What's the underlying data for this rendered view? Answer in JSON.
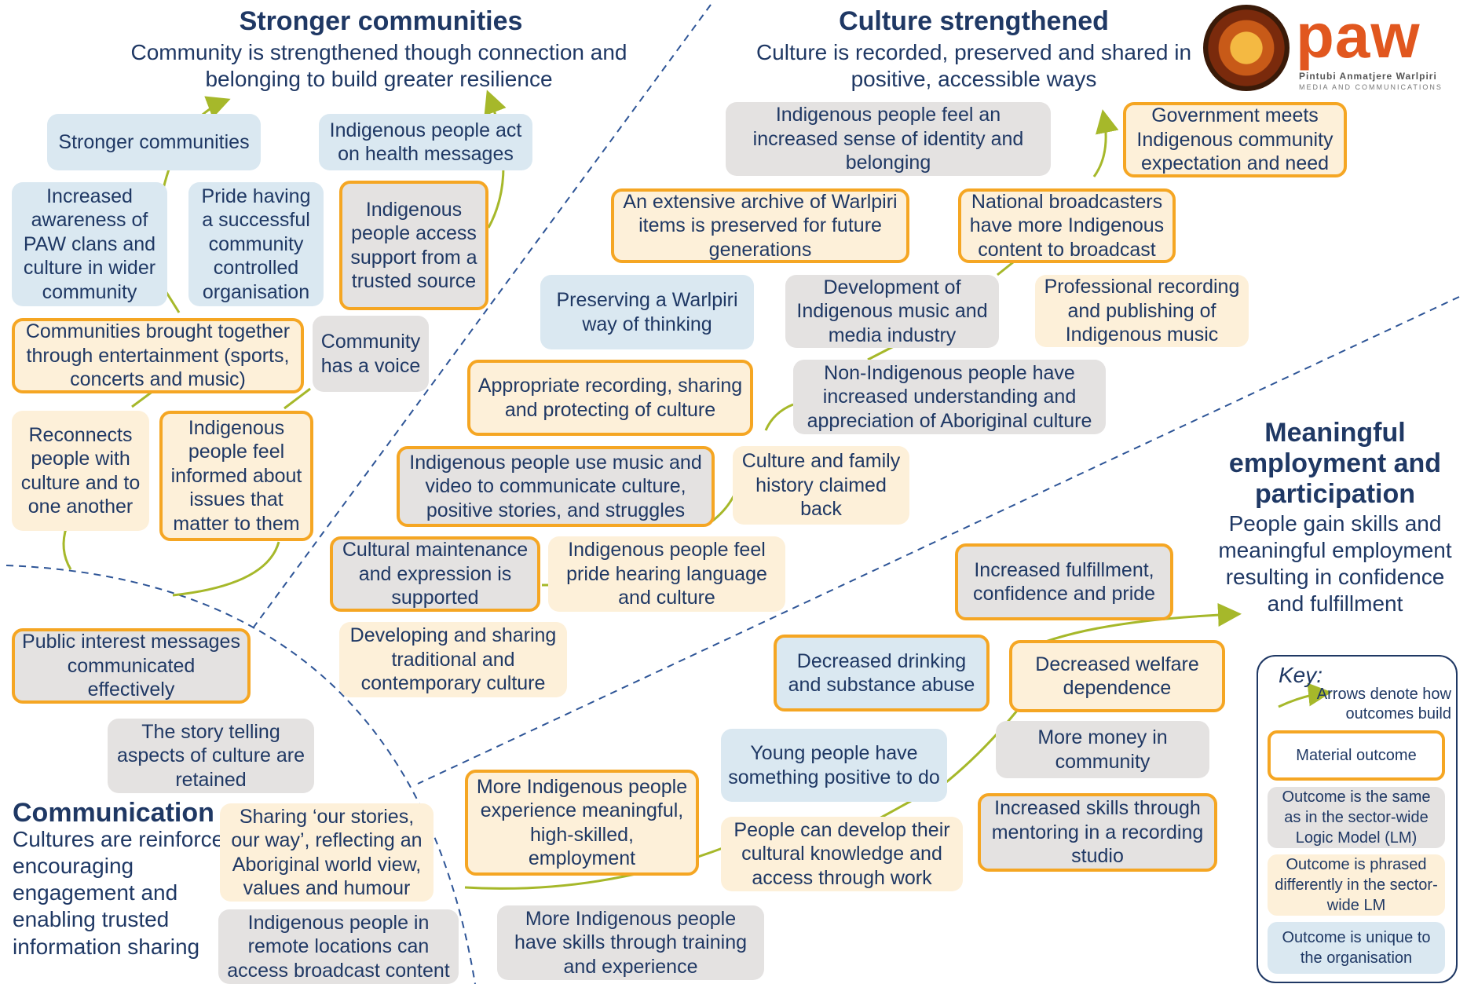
{
  "sections": {
    "stronger_title": "Stronger communities",
    "stronger_sub": "Community is strengthened though connection and belonging to build greater resilience",
    "culture_title": "Culture strengthened",
    "culture_sub": "Culture is recorded, preserved and shared in positive, accessible ways",
    "employment_title": "Meaningful employment and participation",
    "employment_sub": "People gain skills and meaningful employment resulting in confidence and fulfillment",
    "communication_title": "Communication",
    "communication_sub": "Cultures are reinforced, encouraging engagement and enabling trusted information sharing"
  },
  "logo": {
    "word": "paw",
    "tagline": "Pintubi Anmatjere Warlpiri",
    "tagline2": "MEDIA AND COMMUNICATIONS"
  },
  "outcomes": {
    "o1": "Stronger communities",
    "o2": "Indigenous people act on health messages",
    "o3": "Increased awareness of PAW clans and culture in wider community",
    "o4": "Pride having a successful community controlled organisation",
    "o5": "Indigenous people access support from a trusted source",
    "o6": "Community has a voice",
    "o7": "Communities brought together through entertainment (sports, concerts and music)",
    "o8": "Reconnects people with culture and to one another",
    "o9": "Indigenous people feel informed about issues that matter to them",
    "o10": "Public interest messages communicated effectively",
    "o11": "The story telling aspects of culture are retained",
    "o12": "Sharing ‘our stories, our way’, reflecting an Aboriginal world view, values and humour",
    "o13": "Indigenous people in remote locations can access broadcast content",
    "o14": "Indigenous people feel an increased sense of identity and belonging",
    "o15": "Government meets Indigenous community expectation and need",
    "o16": "An extensive archive of Warlpiri items is preserved for future generations",
    "o17": "National broadcasters have more Indigenous content to broadcast",
    "o18": "Preserving a Warlpiri way of thinking",
    "o19": "Development of Indigenous music and media industry",
    "o20": "Professional recording and publishing of Indigenous music",
    "o21": "Appropriate recording, sharing and protecting of culture",
    "o22": "Non-Indigenous people have increased understanding and appreciation of Aboriginal culture",
    "o23": "Indigenous people use music and video to communicate culture, positive stories, and struggles",
    "o24": "Culture and family history claimed back",
    "o25": "Cultural maintenance and expression is supported",
    "o26": "Indigenous people feel pride hearing language and culture",
    "o27": "Developing and sharing traditional and contemporary culture",
    "o28": "Increased fulfillment, confidence and pride",
    "o29": "Decreased drinking and substance abuse",
    "o30": "Decreased welfare dependence",
    "o31": "Young people have something positive to do",
    "o32": "More money in community",
    "o33": "More Indigenous people experience meaningful, high-skilled, employment",
    "o34": "People can develop their cultural knowledge and access through work",
    "o35": "Increased skills through mentoring in a recording studio",
    "o36": "More Indigenous people have skills through training and experience"
  },
  "key": {
    "title": "Key:",
    "arrow_text": "Arrows denote how outcomes build",
    "material": "Material outcome",
    "same": "Outcome is the same as in the sector-wide Logic Model (LM)",
    "phrased": "Outcome is phrased differently in the sector-wide LM",
    "unique": "Outcome is unique to the organisation"
  },
  "colors": {
    "navy": "#1f3864",
    "material_border": "#f5a623",
    "unique_fill": "#dae8f1",
    "same_fill": "#e4e2e1",
    "phrased_fill": "#fdf0d9",
    "arrow": "#a6b82a"
  }
}
